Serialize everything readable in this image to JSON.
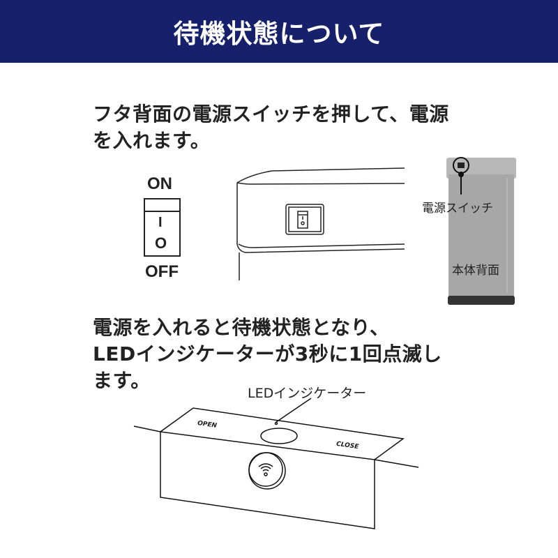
{
  "header": {
    "title": "待機状態について"
  },
  "step1": {
    "line1": "フタ背面の電源スイッチを押して、電源",
    "line2": "を入れます。"
  },
  "switch_diagram": {
    "on_label": "ON",
    "off_label": "OFF",
    "on_symbol": "I",
    "off_symbol": "O"
  },
  "bin_photo": {
    "switch_label": "電源スイッチ",
    "back_label": "本体背面"
  },
  "step2": {
    "line1": "電源を入れると待機状態となり、",
    "line2": "LEDインジケーターが3秒に1回点滅し",
    "line3": "ます。"
  },
  "lid_diagram": {
    "led_label": "LEDインジケーター",
    "open_label": "OPEN",
    "close_label": "CLOSE"
  },
  "colors": {
    "header_bg": "#16206b",
    "bin_body": "#a9a9a9"
  }
}
